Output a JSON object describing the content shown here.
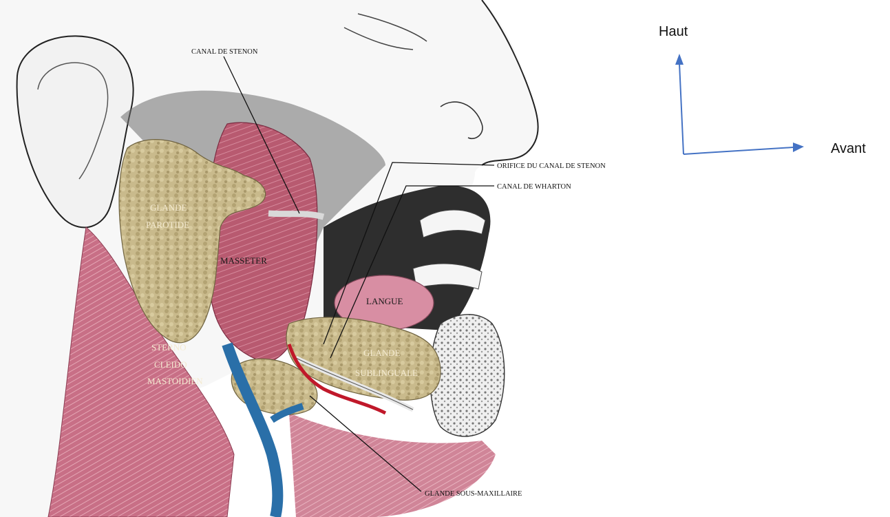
{
  "labels": {
    "canal_stenon": "CANAL DE STENON",
    "orifice_stenon": "ORIFICE DU CANAL DE STENON",
    "canal_wharton": "CANAL DE WHARTON",
    "glande_sous_maxillaire": "GLANDE SOUS-MAXILLAIRE"
  },
  "structures": {
    "parotide_1": "GLANDE",
    "parotide_2": "PAROTIDE",
    "masseter": "MASSETER",
    "langue": "LANGUE",
    "sublinguale_1": "GLANDE",
    "sublinguale_2": "SUBLINGUALE",
    "scm_1": "STERNO",
    "scm_2": "CLEIDO",
    "scm_3": "MASTOIDIEN"
  },
  "orientation": {
    "up": "Haut",
    "forward": "Avant",
    "arrow_color": "#4472c4"
  },
  "colors": {
    "gland": "#c8b98a",
    "muscle": "#b5536b",
    "tongue": "#d98a9e",
    "vein": "#2a6fa8",
    "artery": "#c0182a"
  }
}
